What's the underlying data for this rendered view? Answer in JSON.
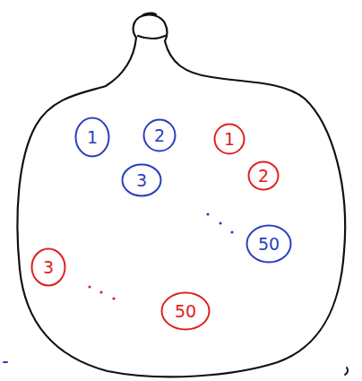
{
  "diagram": {
    "nodes": [
      {
        "text": [
          "1"
        ]
      },
      {
        "text": [
          "2"
        ]
      },
      {
        "text": [
          "1"
        ]
      },
      {
        "text": [
          "2"
        ]
      },
      {
        "text": [
          "3"
        ]
      },
      {
        "text": [
          "50"
        ]
      },
      {
        "text": [
          "3"
        ]
      },
      {
        "text": [
          "50"
        ]
      }
    ]
  }
}
